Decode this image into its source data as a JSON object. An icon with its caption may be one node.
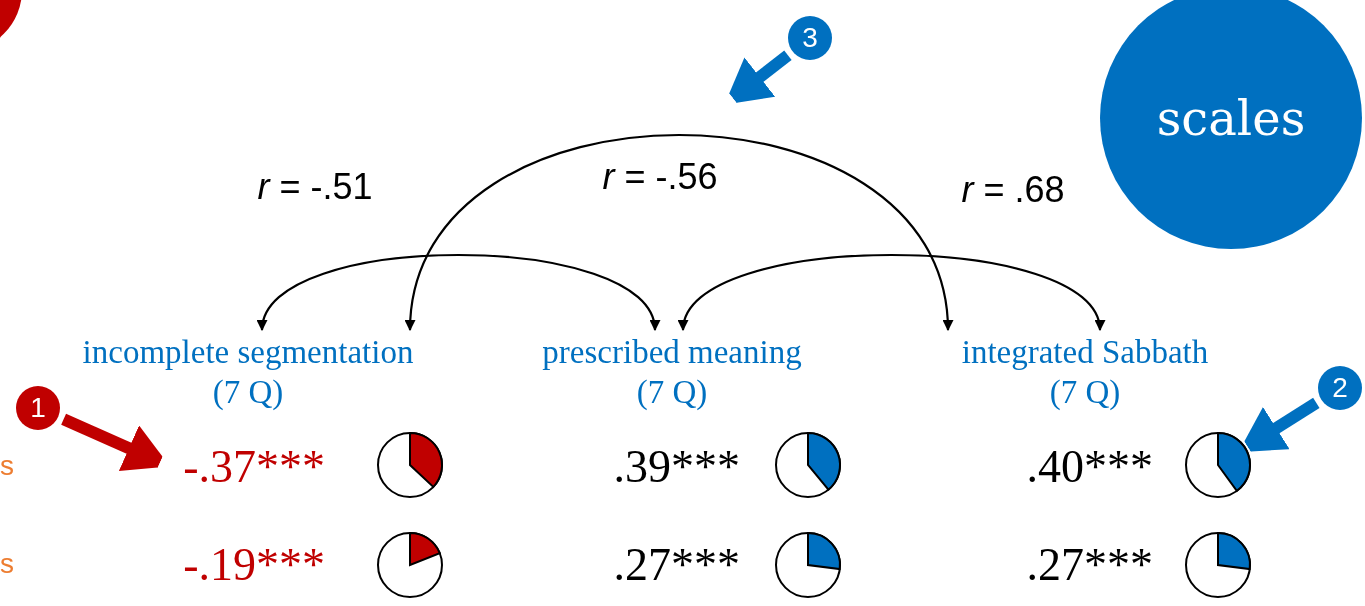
{
  "diagram": {
    "nodes": [
      {
        "text": [
          "scales"
        ]
      },
      {
        "text": [
          "incomplete segmentation",
          "(7 Q)"
        ]
      },
      {
        "text": [
          "prescribed meaning",
          "(7 Q)"
        ]
      },
      {
        "text": [
          "integrated Sabbath",
          "(7 Q)"
        ]
      },
      {
        "text": [
          "1"
        ]
      },
      {
        "text": [
          "2"
        ]
      },
      {
        "text": [
          "3"
        ]
      },
      {
        "text": [
          "-.37***"
        ]
      },
      {
        "text": [],
        "shape": "circle"
      }
    ],
    "edges": [
      {
        "from": 1,
        "to": 2,
        "arrow": "both",
        "label": "*r* = -.51"
      },
      {
        "from": 1,
        "to": 3,
        "arrow": "both",
        "label": "*r* = -.56"
      },
      {
        "from": 2,
        "to": 3,
        "arrow": "both",
        "label": "*r* = .68"
      },
      {
        "from": 4,
        "to": 7,
        "arrow": "to",
        "style": "thick",
        "color": "#c00000"
      },
      {
        "from": 5,
        "to": 8,
        "arrow": "to",
        "style": "thick",
        "color": "#0070c0"
      },
      {
        "from": 6,
        "to": null,
        "arrow": "to",
        "style": "thick",
        "color": "#0070c0"
      }
    ],
    "labels": [
      "s",
      ".39***",
      ".40***",
      "s",
      "-.19***",
      ".27***",
      ".27***"
    ]
  }
}
